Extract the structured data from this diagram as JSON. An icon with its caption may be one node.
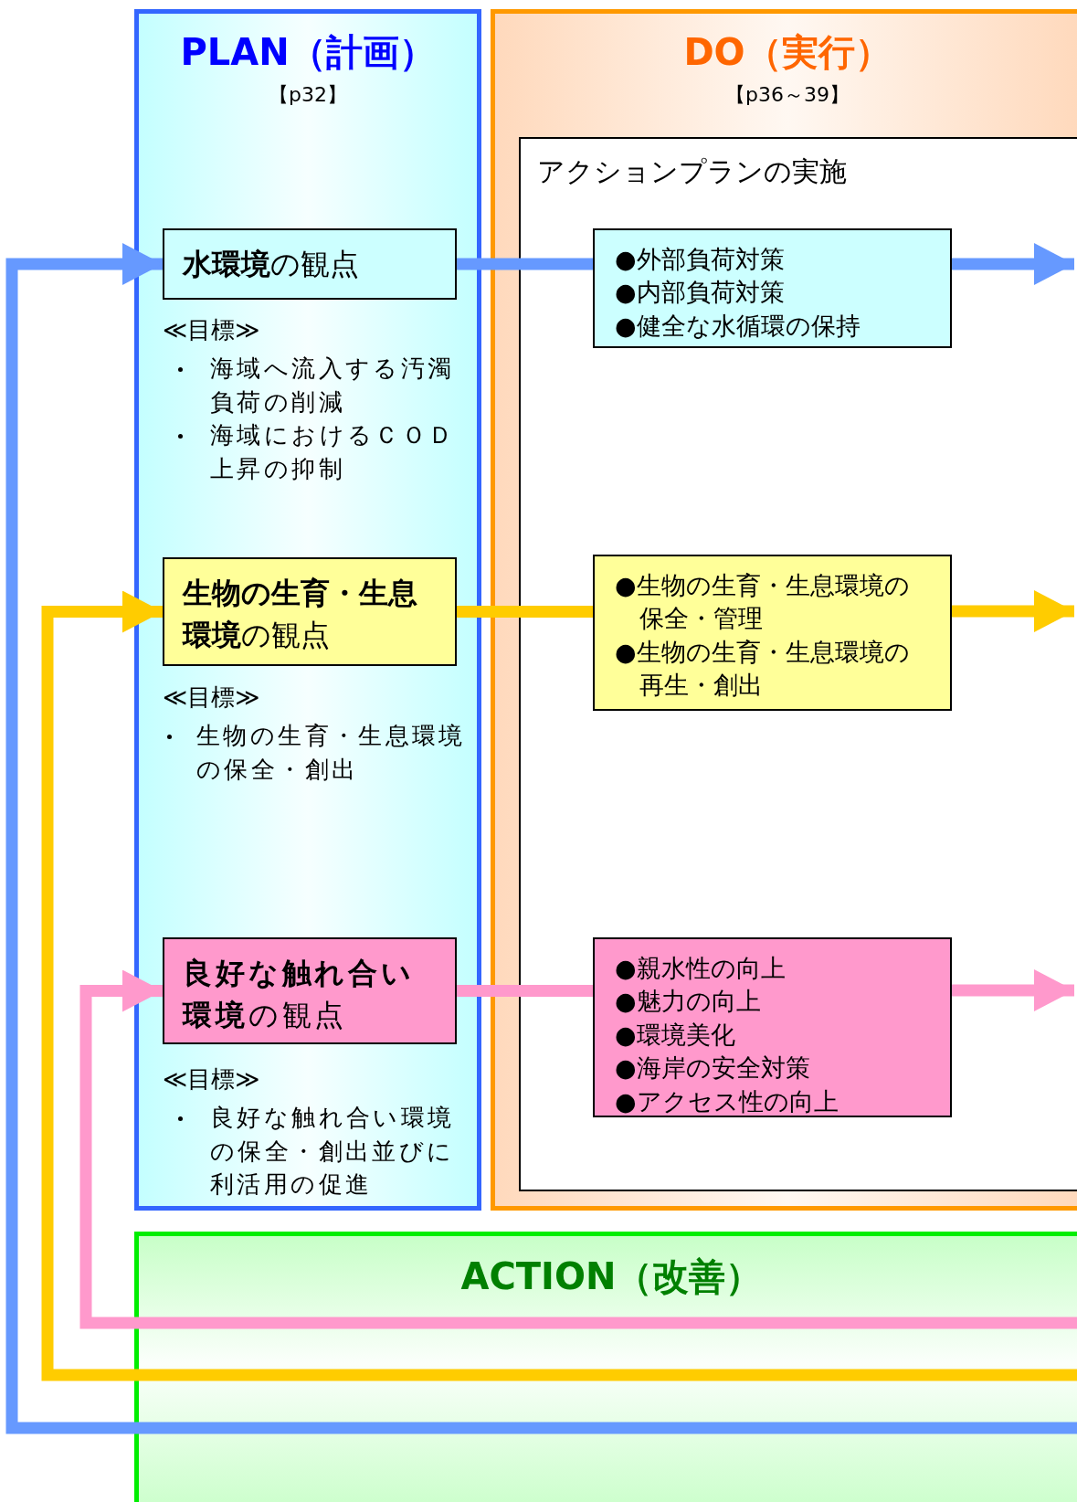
{
  "diagram": {
    "nodes": [
      {
        "text": [
          "PLAN（計画）",
          "【p32】"
        ]
      },
      {
        "text": [
          "**水環境**の観点"
        ],
        "in": 0,
        "beside": [
          "≪目標≫",
          "海域へ流入する汚濁負荷の削減",
          "海域におけるＣＯＤ上昇の抑制"
        ]
      },
      {
        "text": [
          "**生物の生育・生息環境**の観点"
        ],
        "in": 0,
        "beside": [
          "≪目標≫",
          "生物の生育・生息環境の保全・創出"
        ]
      },
      {
        "text": [
          "**良好な触れ合い環境**の観点"
        ],
        "in": 0,
        "beside": [
          "≪目標≫",
          "良好な触れ合い環境の保全・創出並びに利活用の促進"
        ]
      },
      {
        "text": [
          "DO（実行）",
          "【p36～39】"
        ]
      },
      {
        "text": [
          "アクションプランの実施"
        ],
        "in": 4
      },
      {
        "text": [
          "●外部負荷対策",
          "●内部負荷対策",
          "●健全な水循環の保持"
        ],
        "in": 5
      },
      {
        "text": [
          "●生物の生育・生息環境の保全・管理",
          "●生物の生育・生息環境の再生・創出"
        ],
        "in": 5
      },
      {
        "text": [
          "●親水性の向上",
          "●魅力の向上",
          "●環境美化",
          "●海岸の安全対策",
          "●アクセス性の向上"
        ],
        "in": 5
      },
      {
        "text": [
          "ACTION（改善）"
        ]
      }
    ],
    "edges": [
      {
        "from": 1,
        "to": 6,
        "arrow": "none",
        "color": "#6699ff"
      },
      {
        "from": 6,
        "to": null,
        "arrow": "to",
        "color": "#6699ff"
      },
      {
        "from": 9,
        "to": 1,
        "arrow": "to",
        "color": "#6699ff"
      },
      {
        "from": 2,
        "to": 7,
        "arrow": "none",
        "color": "#ffcc00"
      },
      {
        "from": 7,
        "to": null,
        "arrow": "to",
        "color": "#ffcc00"
      },
      {
        "from": 9,
        "to": 2,
        "arrow": "to",
        "color": "#ffcc00"
      },
      {
        "from": 3,
        "to": 8,
        "arrow": "none",
        "color": "#ff99cc"
      },
      {
        "from": 8,
        "to": null,
        "arrow": "to",
        "color": "#ff99cc"
      },
      {
        "from": 9,
        "to": 3,
        "arrow": "to",
        "color": "#ff99cc"
      }
    ]
  }
}
